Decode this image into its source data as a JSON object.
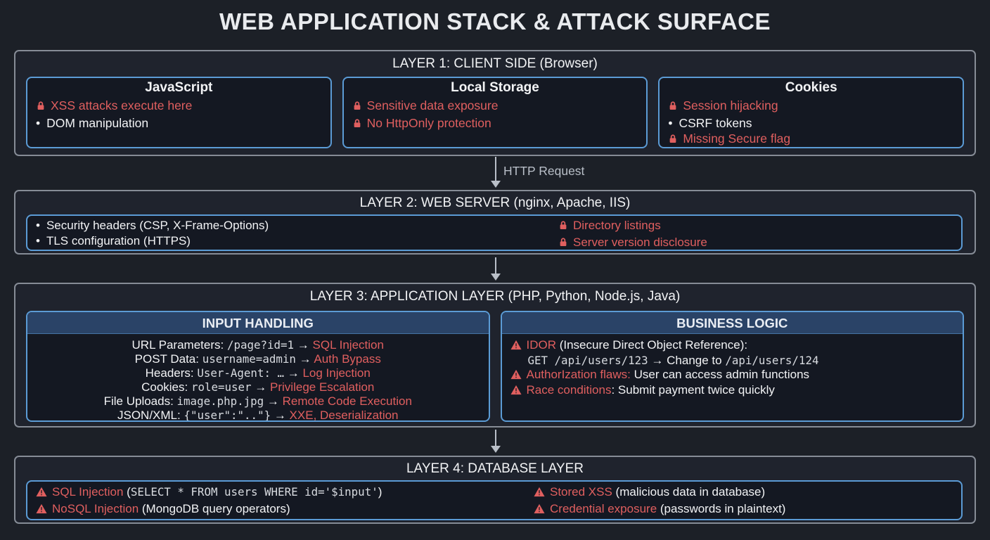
{
  "title": "WEB APPLICATION STACK & ATTACK SURFACE",
  "arrow_label": "HTTP Request",
  "colors": {
    "bg": "#1c2027",
    "panel": "#1f232d",
    "inner": "#141822",
    "blue": "#5b9bd5",
    "border": "#868c96",
    "red": "#e05f5f",
    "white": "#f2f3f5",
    "mono": "#d8dbe0",
    "label": "#b9bfc8",
    "headerbar": "#2a4367"
  },
  "layer1": {
    "title": "LAYER 1: CLIENT SIDE (Browser)",
    "boxes": [
      {
        "title": "JavaScript",
        "lines": [
          [
            {
              "i": "lock"
            },
            {
              "t": "XSS attacks execute here",
              "c": "r"
            }
          ],
          [
            {
              "i": "bullet"
            },
            {
              "t": "DOM manipulation",
              "c": "w"
            }
          ]
        ]
      },
      {
        "title": "Local Storage",
        "lines": [
          [
            {
              "i": "lock"
            },
            {
              "t": "Sensitive data exposure",
              "c": "r"
            }
          ],
          [
            {
              "i": "lock"
            },
            {
              "t": "No HttpOnly protection",
              "c": "r"
            }
          ]
        ]
      },
      {
        "title": "Cookies",
        "lines": [
          [
            {
              "i": "lock"
            },
            {
              "t": "Session hijacking",
              "c": "r"
            }
          ],
          [
            {
              "i": "bullet"
            },
            {
              "t": "CSRF tokens",
              "c": "w"
            }
          ],
          [
            {
              "i": "lock"
            },
            {
              "t": "Missing Secure flag",
              "c": "r"
            }
          ]
        ]
      }
    ]
  },
  "layer2": {
    "title": "LAYER 2: WEB SERVER (nginx, Apache, IIS)",
    "left_lines": [
      [
        {
          "i": "bullet"
        },
        {
          "t": "Security headers (CSP, X-Frame-Options)",
          "c": "w"
        }
      ],
      [
        {
          "i": "bullet"
        },
        {
          "t": "TLS configuration (HTTPS)",
          "c": "w"
        }
      ]
    ],
    "right_lines": [
      [
        {
          "i": "lock"
        },
        {
          "t": "Directory listings",
          "c": "r"
        }
      ],
      [
        {
          "i": "lock"
        },
        {
          "t": "Server version disclosure",
          "c": "r"
        }
      ]
    ]
  },
  "layer3": {
    "title": "LAYER 3: APPLICATION LAYER (PHP, Python, Node.js, Java)",
    "input_handling": {
      "title": "INPUT HANDLING",
      "lines": [
        [
          {
            "t": "URL Parameters: ",
            "c": "w"
          },
          {
            "t": "/page?id=1",
            "c": "m"
          },
          {
            "t": " → ",
            "c": "w"
          },
          {
            "t": "SQL Injection",
            "c": "r"
          }
        ],
        [
          {
            "t": "POST Data: ",
            "c": "w"
          },
          {
            "t": "username=admin",
            "c": "m"
          },
          {
            "t": " → ",
            "c": "w"
          },
          {
            "t": "Auth Bypass",
            "c": "r"
          }
        ],
        [
          {
            "t": "Headers: ",
            "c": "w"
          },
          {
            "t": "User-Agent: …",
            "c": "m"
          },
          {
            "t": " → ",
            "c": "w"
          },
          {
            "t": "Log Injection",
            "c": "r"
          }
        ],
        [
          {
            "t": "Cookies: ",
            "c": "w"
          },
          {
            "t": "role=user",
            "c": "m"
          },
          {
            "t": " → ",
            "c": "w"
          },
          {
            "t": "Privilege Escalation",
            "c": "r"
          }
        ],
        [
          {
            "t": "File Uploads: ",
            "c": "w"
          },
          {
            "t": "image.php.jpg",
            "c": "m"
          },
          {
            "t": " → ",
            "c": "w"
          },
          {
            "t": "Remote Code Execution",
            "c": "r"
          }
        ],
        [
          {
            "t": "JSON/XML: ",
            "c": "w"
          },
          {
            "t": "{\"user\":\"..\"}",
            "c": "m"
          },
          {
            "t": " → ",
            "c": "w"
          },
          {
            "t": "XXE, Deserialization",
            "c": "r"
          }
        ]
      ]
    },
    "business_logic": {
      "title": "BUSINESS LOGIC",
      "lines": [
        [
          {
            "i": "warn"
          },
          {
            "t": "IDOR",
            "c": "r"
          },
          {
            "t": " (Insecure Direct Object Reference):",
            "c": "w"
          }
        ],
        [
          {
            "i": "space"
          },
          {
            "t": "GET /api/users/123",
            "c": "m"
          },
          {
            "t": " → Change to ",
            "c": "w"
          },
          {
            "t": "/api/users/124",
            "c": "m"
          }
        ],
        [
          {
            "i": "warn"
          },
          {
            "t": "AuthorIzation flaws:",
            "c": "r"
          },
          {
            "t": " User can access admin functions",
            "c": "w"
          }
        ],
        [
          {
            "i": "warn"
          },
          {
            "t": "Race conditions",
            "c": "r"
          },
          {
            "t": ": Submit payment twice quickly",
            "c": "w"
          }
        ]
      ]
    }
  },
  "layer4": {
    "title": "LAYER 4: DATABASE LAYER",
    "left_lines": [
      [
        {
          "i": "warn"
        },
        {
          "t": "SQL Injection",
          "c": "r"
        },
        {
          "t": " (",
          "c": "w"
        },
        {
          "t": "SELECT * FROM users WHERE id='$input'",
          "c": "m"
        },
        {
          "t": ")",
          "c": "w"
        }
      ],
      [
        {
          "i": "warn"
        },
        {
          "t": "NoSQL Injection",
          "c": "r"
        },
        {
          "t": " (MongoDB query operators)",
          "c": "w"
        }
      ]
    ],
    "right_lines": [
      [
        {
          "i": "warn"
        },
        {
          "t": "Stored XSS",
          "c": "r"
        },
        {
          "t": " (malicious data in database)",
          "c": "w"
        }
      ],
      [
        {
          "i": "warn"
        },
        {
          "t": "Credential exposure",
          "c": "r"
        },
        {
          "t": " (passwords in plaintext)",
          "c": "w"
        }
      ]
    ]
  }
}
